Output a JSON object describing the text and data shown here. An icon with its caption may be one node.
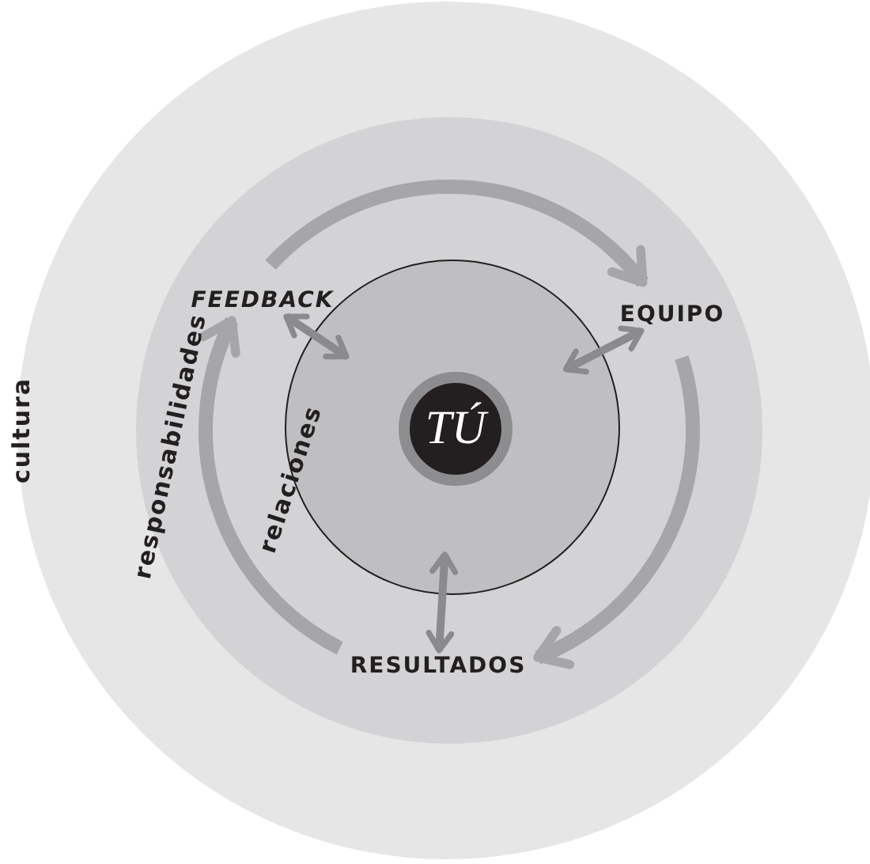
{
  "diagram": {
    "nodes": [
      {
        "text": [
          "cultura"
        ]
      },
      {
        "text": [
          "responsabilidades"
        ],
        "in": 0
      },
      {
        "text": [
          "relaciones"
        ],
        "in": 1
      },
      {
        "text": [
          "TÚ"
        ],
        "in": 2
      },
      {
        "text": [
          "FEEDBACK"
        ],
        "in": 1
      },
      {
        "text": [
          "EQUIPO"
        ],
        "in": 1
      },
      {
        "text": [
          "RESULTADOS"
        ],
        "in": 1
      }
    ],
    "edges": [
      {
        "from": 4,
        "to": 2,
        "arrow": "both"
      },
      {
        "from": 5,
        "to": 2,
        "arrow": "both"
      },
      {
        "from": 6,
        "to": 2,
        "arrow": "both"
      },
      {
        "from": 4,
        "to": 5,
        "arrow": "to",
        "style": "thick"
      },
      {
        "from": 5,
        "to": 6,
        "arrow": "to",
        "style": "thick"
      },
      {
        "from": 6,
        "to": 4,
        "arrow": "to",
        "style": "thick"
      }
    ]
  }
}
